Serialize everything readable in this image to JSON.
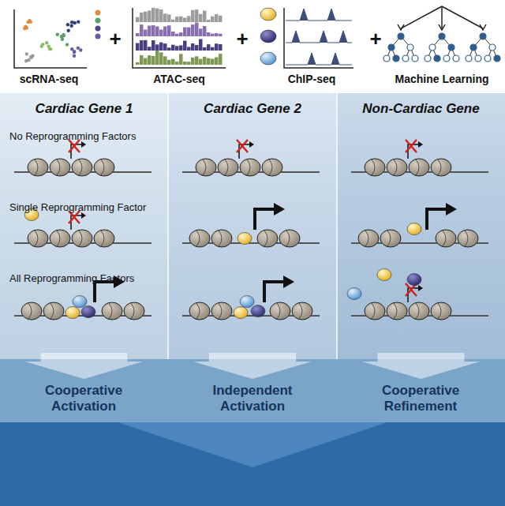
{
  "diagram": {
    "nodes": [
      {
        "text": [
          "Cardiac Gene 1",
          "No Reprogramming Factors",
          "Single Reprogramming Factor",
          "All Reprogramming Factors"
        ]
      },
      {
        "text": [
          "Cardiac Gene 2"
        ]
      },
      {
        "text": [
          "Non-Cardiac Gene"
        ]
      }
    ],
    "labels": [
      "scRNA-seq",
      "+",
      "ATAC-seq",
      "+",
      "ChIP-seq",
      "+",
      "Machine Learning",
      "Cooperative Activation",
      "Independent Activation",
      "Cooperative Refinement"
    ]
  }
}
